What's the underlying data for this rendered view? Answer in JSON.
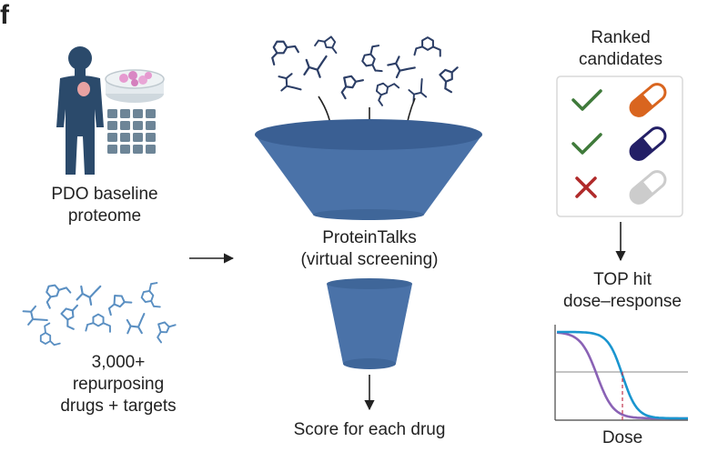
{
  "panel_letter": "f",
  "left": {
    "proteome_label": [
      "PDO baseline",
      "proteome"
    ],
    "drugs_label": [
      "3,000+",
      "repurposing",
      "drugs + targets"
    ]
  },
  "center": {
    "engine_label": [
      "ProteinTalks",
      "(virtual screening)"
    ],
    "output_label": "Score for each drug"
  },
  "right": {
    "ranked_label": [
      "Ranked",
      "candidates"
    ],
    "tophit_label": [
      "TOP hit",
      "dose–response"
    ],
    "dose_axis_label": "Dose",
    "candidates": [
      {
        "verdict": "check-icon",
        "pill_color": "#d9651f"
      },
      {
        "verdict": "check-icon",
        "pill_color": "#231f66"
      },
      {
        "verdict": "cross-icon",
        "pill_color": "#cccccc"
      }
    ]
  },
  "colors": {
    "molecule_dark": "#2c3e66",
    "molecule_light": "#5a8fc2",
    "funnel": "#4a72a8",
    "check": "#3f7a3a",
    "cross": "#b02a2a",
    "curve_purple": "#8a62b5",
    "curve_blue": "#1a95cf"
  }
}
